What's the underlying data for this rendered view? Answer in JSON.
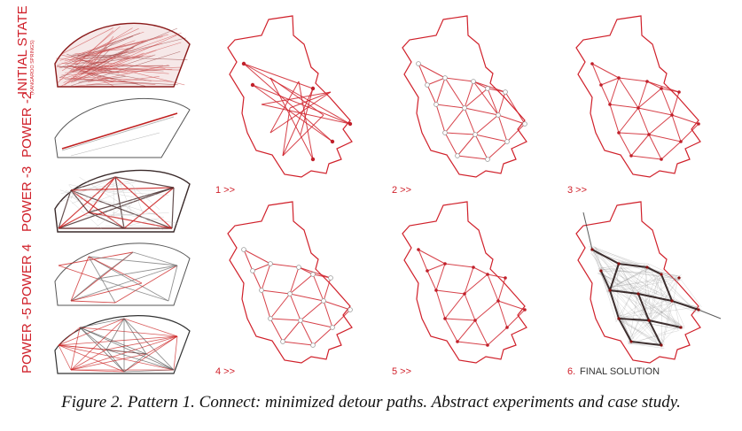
{
  "figure": {
    "row_labels": [
      {
        "title": "INITIAL STATE",
        "sub": "(KANGAROO SPRINGS)"
      },
      {
        "title": "POWER -2"
      },
      {
        "title": "POWER -3"
      },
      {
        "title": "POWER 4"
      },
      {
        "title": "POWER -5"
      }
    ],
    "panel_labels": [
      "1 >>",
      "2 >>",
      "3 >>",
      "4 >>",
      "5 >>",
      "6."
    ],
    "final_label": "FINAL SOLUTION",
    "colors": {
      "accent": "#d0202a",
      "dark": "#3a2a2a",
      "grey": "#999999"
    }
  },
  "caption": "Figure 2. Pattern 1. Connect: minimized detour paths. Abstract experiments and case study."
}
